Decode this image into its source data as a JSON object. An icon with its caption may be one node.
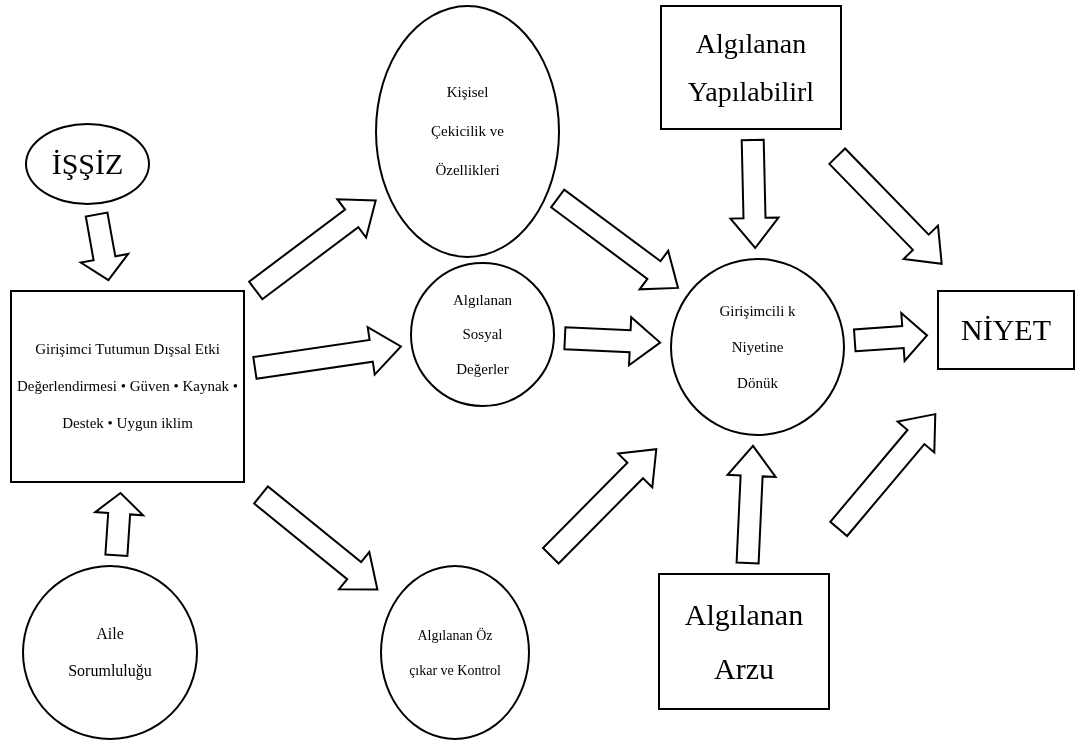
{
  "diagram": {
    "nodes": [
      {
        "text": [
          "İŞŞİZ"
        ]
      },
      {
        "text": [
          "Girişimci Tutumun Dışsal Etki Değerlendirmesi • Güven • Kaynak • Destek • Uygun iklim"
        ]
      },
      {
        "text": [
          "Aile Sorumluluğu"
        ]
      },
      {
        "text": [
          "Kişisel Çekicilik ve Özellikleri"
        ]
      },
      {
        "text": [
          "Algılanan Sosyal Değerler"
        ]
      },
      {
        "text": [
          "Algılanan Öz çıkar ve Kontrol"
        ]
      },
      {
        "text": [
          "Algılanan Yapılabilirl"
        ]
      },
      {
        "text": [
          "Girişimcili k Niyetine Dönük"
        ]
      },
      {
        "text": [
          "Algılanan Arzu"
        ]
      },
      {
        "text": [
          "NİYET"
        ]
      }
    ],
    "edges": [
      {
        "from": 0,
        "to": 1,
        "arrow": "to"
      },
      {
        "from": 2,
        "to": 1,
        "arrow": "to"
      },
      {
        "from": 1,
        "to": 3,
        "arrow": "to"
      },
      {
        "from": 1,
        "to": 4,
        "arrow": "to"
      },
      {
        "from": 1,
        "to": 5,
        "arrow": "to"
      },
      {
        "from": 3,
        "to": 7,
        "arrow": "to"
      },
      {
        "from": 4,
        "to": 7,
        "arrow": "to"
      },
      {
        "from": 5,
        "to": 7,
        "arrow": "to"
      },
      {
        "from": 6,
        "to": 7,
        "arrow": "to"
      },
      {
        "from": 8,
        "to": 7,
        "arrow": "to"
      },
      {
        "from": 6,
        "to": 9,
        "arrow": "to"
      },
      {
        "from": 7,
        "to": 9,
        "arrow": "to"
      },
      {
        "from": 8,
        "to": 9,
        "arrow": "to"
      }
    ]
  }
}
